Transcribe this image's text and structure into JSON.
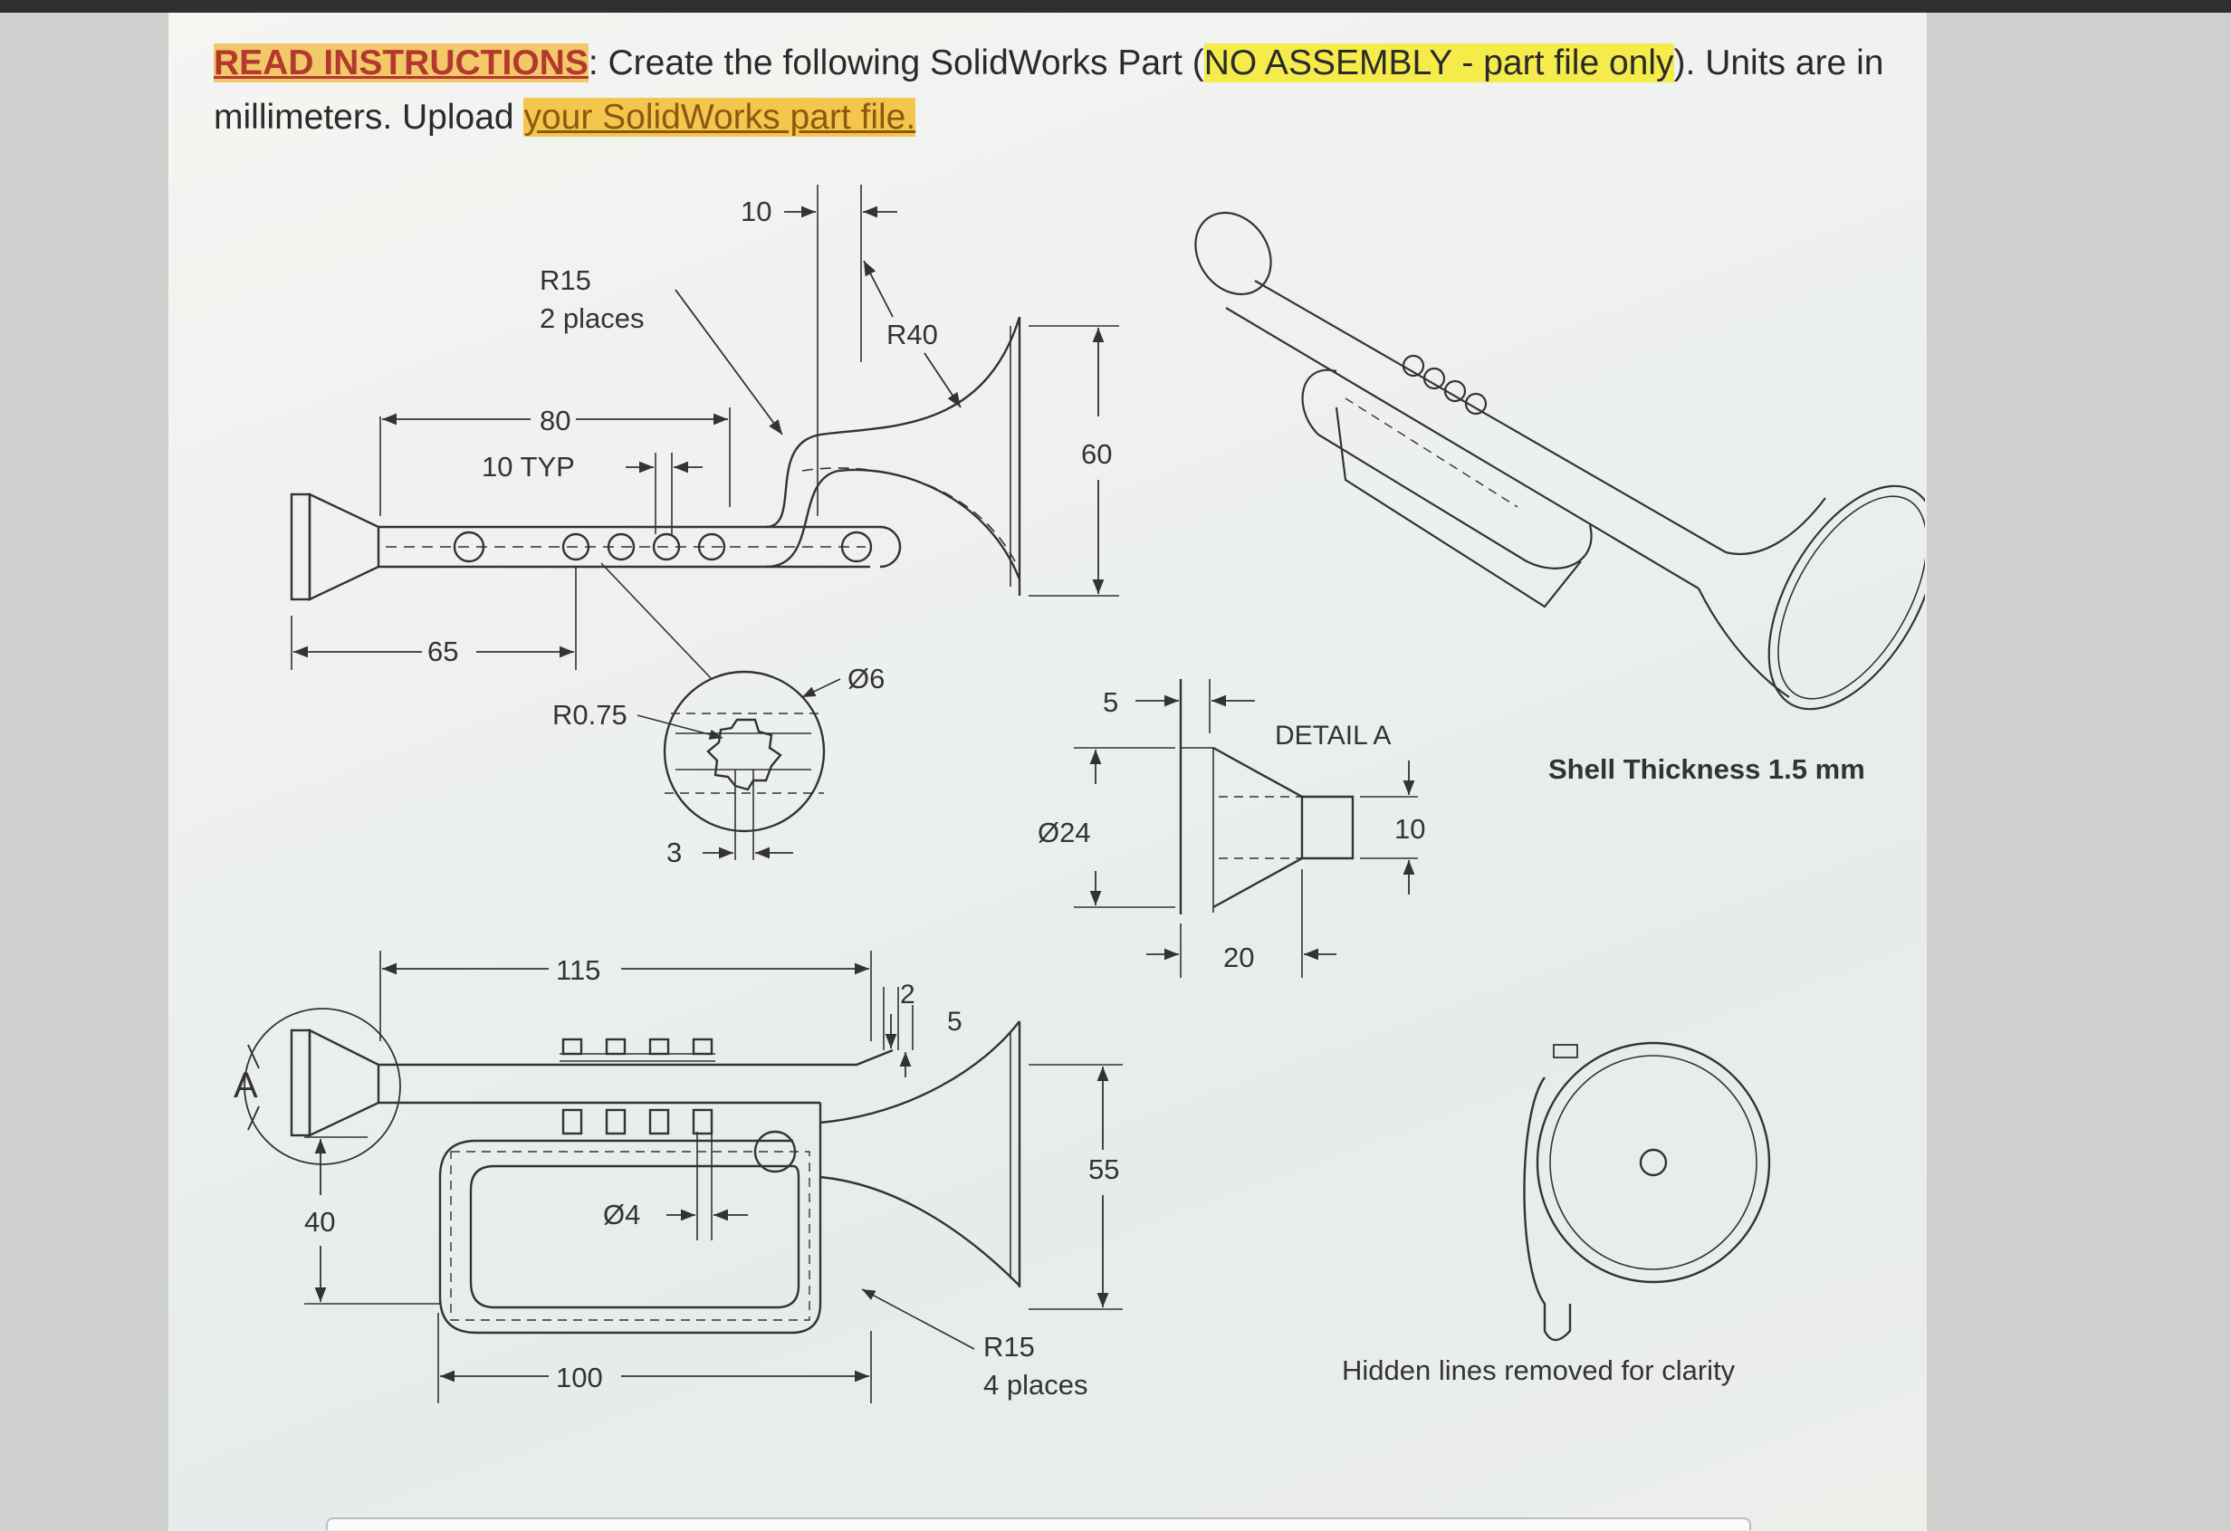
{
  "instructions": {
    "read_label": "READ INSTRUCTIONS",
    "part1": ": Create the following SolidWorks Part (",
    "highlight1": "NO ASSEMBLY - part file only",
    "part2": "). Units are in millimeters. Upload ",
    "link_text": "your SolidWorks part file."
  },
  "dims": {
    "d10_top": "10",
    "r15_top": "R15",
    "two_places": "2 places",
    "r40": "R40",
    "d80": "80",
    "ten_typ": "10 TYP",
    "d60": "60",
    "d65": "65",
    "r075": "R0.75",
    "dia6": "Ø6",
    "d3": "3",
    "d5_detail": "5",
    "dia24": "Ø24",
    "d10_detail": "10",
    "d20": "20",
    "d115": "115",
    "d2": "2",
    "d5_front": "5",
    "letter_a": "A",
    "d40": "40",
    "dia4": "Ø4",
    "d55": "55",
    "d100": "100",
    "r15_bottom": "R15",
    "four_places": "4 places"
  },
  "notes": {
    "detail_a": "DETAIL A",
    "shell_thickness": "Shell Thickness 1.5 mm",
    "hidden_lines": "Hidden lines removed for clarity"
  },
  "colors": {
    "ink": "#333333",
    "highlight_yellow": "#f5ec4c",
    "highlight_orange": "#f3c86a",
    "read_red": "#b3392f"
  }
}
